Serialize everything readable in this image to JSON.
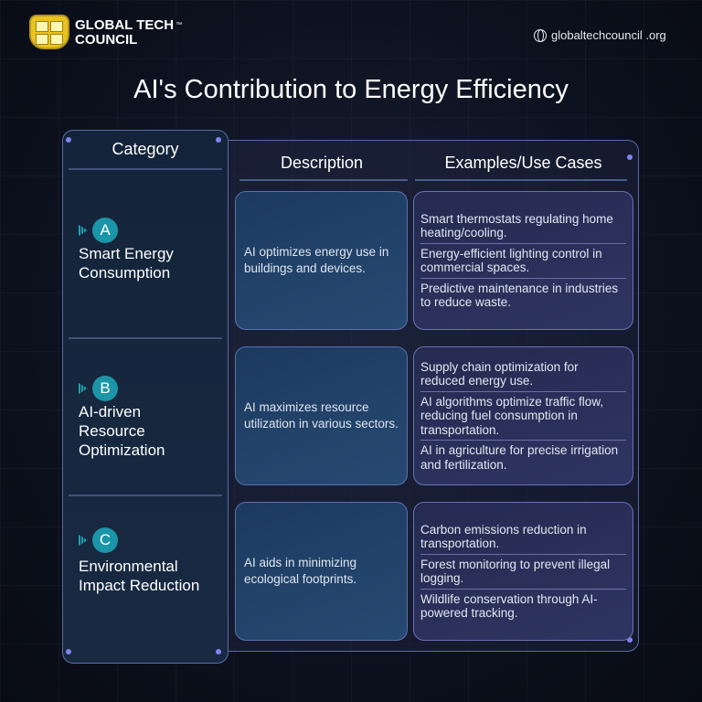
{
  "brand": {
    "name_line1": "GLOBAL TECH",
    "name_line2": "COUNCIL",
    "tm": "™",
    "website": "globaltechcouncil .org"
  },
  "title": "AI's Contribution to Energy Efficiency",
  "headers": {
    "category": "Category",
    "description": "Description",
    "examples": "Examples/Use Cases"
  },
  "colors": {
    "badge": "#1b95a8",
    "accent_dot": "#7d86f0",
    "background": "#0d1220"
  },
  "rows": [
    {
      "badge": "A",
      "category": "Smart Energy Consumption",
      "description": "AI optimizes energy use in buildings and devices.",
      "examples": [
        "Smart thermostats regulating home heating/cooling.",
        "Energy-efficient lighting control in commercial spaces.",
        "Predictive maintenance in industries to reduce waste."
      ]
    },
    {
      "badge": "B",
      "category": "AI-driven Resource Optimization",
      "description": "AI maximizes resource utilization in various sectors.",
      "examples": [
        "Supply chain optimization for reduced energy use.",
        "AI algorithms optimize traffic flow, reducing fuel consumption in transportation.",
        "AI in agriculture for precise irrigation and fertilization."
      ]
    },
    {
      "badge": "C",
      "category": "Environmental Impact Reduction",
      "description": "AI aids in minimizing ecological footprints.",
      "examples": [
        "Carbon emissions reduction in transportation.",
        "Forest monitoring to prevent illegal logging.",
        "Wildlife conservation through AI-powered tracking."
      ]
    }
  ]
}
